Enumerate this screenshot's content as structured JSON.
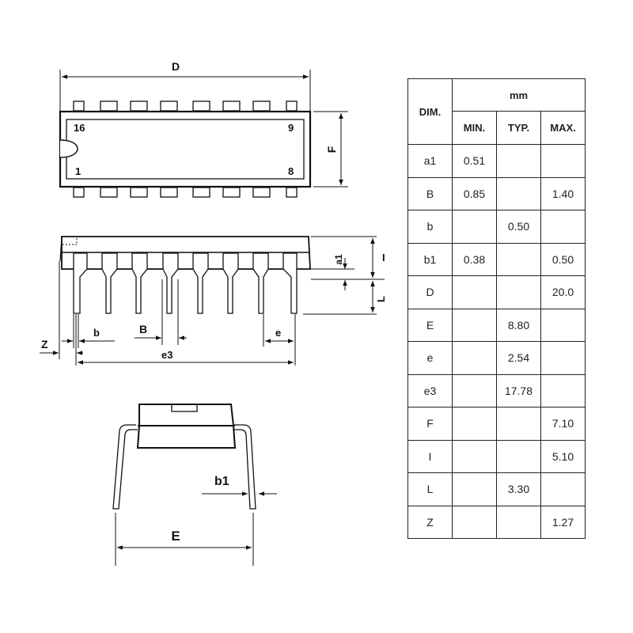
{
  "drawing": {
    "top_view": {
      "dimension_D": "D",
      "dimension_F": "F",
      "pin_labels": {
        "top_left": "16",
        "top_right": "9",
        "bottom_left": "1",
        "bottom_right": "8"
      },
      "pin_count_per_side": 8
    },
    "side_view": {
      "dimension_I": "I",
      "dimension_a1": "a1",
      "dimension_L": "L",
      "dimension_Z": "Z",
      "dimension_b": "b",
      "dimension_B": "B",
      "dimension_e": "e",
      "dimension_e3": "e3"
    },
    "end_view": {
      "dimension_b1": "b1",
      "dimension_E": "E"
    }
  },
  "table": {
    "dim_header": "DIM.",
    "unit_header": "mm",
    "columns": [
      "MIN.",
      "TYP.",
      "MAX."
    ],
    "rows": [
      {
        "dim": "a1",
        "min": "0.51",
        "typ": "",
        "max": ""
      },
      {
        "dim": "B",
        "min": "0.85",
        "typ": "",
        "max": "1.40"
      },
      {
        "dim": "b",
        "min": "",
        "typ": "0.50",
        "max": ""
      },
      {
        "dim": "b1",
        "min": "0.38",
        "typ": "",
        "max": "0.50"
      },
      {
        "dim": "D",
        "min": "",
        "typ": "",
        "max": "20.0"
      },
      {
        "dim": "E",
        "min": "",
        "typ": "8.80",
        "max": ""
      },
      {
        "dim": "e",
        "min": "",
        "typ": "2.54",
        "max": ""
      },
      {
        "dim": "e3",
        "min": "",
        "typ": "17.78",
        "max": ""
      },
      {
        "dim": "F",
        "min": "",
        "typ": "",
        "max": "7.10"
      },
      {
        "dim": "I",
        "min": "",
        "typ": "",
        "max": "5.10"
      },
      {
        "dim": "L",
        "min": "",
        "typ": "3.30",
        "max": ""
      },
      {
        "dim": "Z",
        "min": "",
        "typ": "",
        "max": "1.27"
      }
    ]
  }
}
